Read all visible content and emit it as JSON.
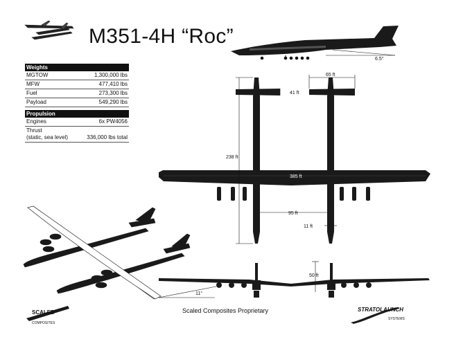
{
  "title": "M351-4H “Roc”",
  "weights": {
    "header": "Weights",
    "rows": [
      {
        "label": "MGTOW",
        "value": "1,300,000 lbs"
      },
      {
        "label": "MFW",
        "value": "477,410 lbs"
      },
      {
        "label": "Fuel",
        "value": "273,300 lbs"
      },
      {
        "label": "Payload",
        "value": "549,290 lbs"
      }
    ]
  },
  "propulsion": {
    "header": "Propulsion",
    "engines_label": "Engines",
    "engines_value": "6x PW4056",
    "thrust_label_1": "Thrust",
    "thrust_label_2": "(static, sea level)",
    "thrust_value": "336,000 lbs total"
  },
  "dimensions": {
    "tail_span": "65 ft",
    "tail_chord": "41 ft",
    "length": "238 ft",
    "fuselage_spacing": "95 ft",
    "fuselage_width": "11 ft",
    "height": "50 ft",
    "dihedral": "11°",
    "side_angle": "6.5°",
    "wing_label": "385 ft"
  },
  "footer": "Scaled Composites Proprietary",
  "logo_left_line1": "SCALED",
  "logo_left_line2": "COMPOSITES",
  "logo_right_line1": "STRATOLAUNCH",
  "logo_right_line2": "SYSTEMS"
}
